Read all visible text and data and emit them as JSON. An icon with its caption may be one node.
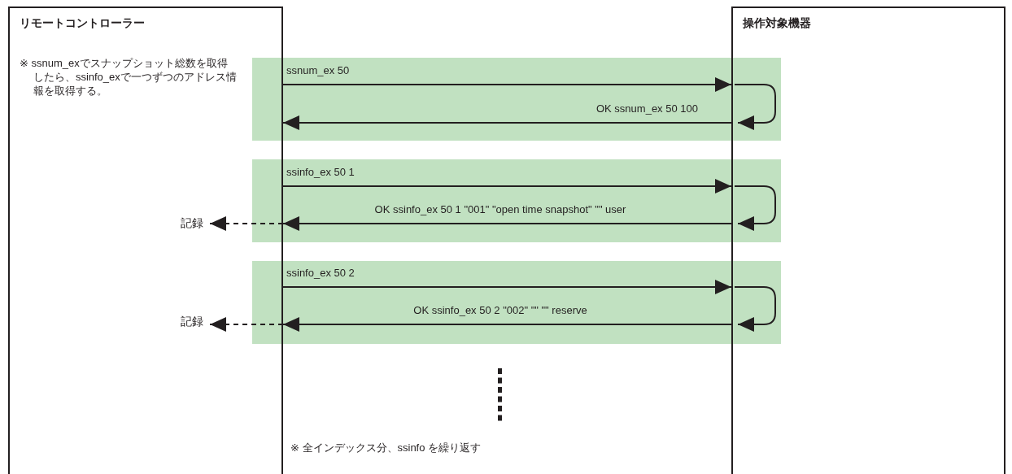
{
  "diagram": {
    "nodes": [
      {
        "text": [
          "リモートコントローラー",
          "※ ssnum_exでスナップショット総数を取得したら、ssinfo_exで一つずつのアドレス情報を取得する。"
        ]
      },
      {
        "text": [
          "操作対象機器"
        ]
      },
      {
        "text": [
          "記録"
        ],
        "in": 0
      },
      {
        "text": [
          "記録"
        ],
        "in": 0
      }
    ],
    "edges": [
      {
        "from": 0,
        "to": 1,
        "arrow": "to",
        "label": "ssnum_ex 50"
      },
      {
        "from": 1,
        "to": 1,
        "arrow": "to"
      },
      {
        "from": 1,
        "to": 0,
        "arrow": "to",
        "label": "OK ssnum_ex 50 100"
      },
      {
        "from": 0,
        "to": 1,
        "arrow": "to",
        "label": "ssinfo_ex 50 1"
      },
      {
        "from": 1,
        "to": 1,
        "arrow": "to"
      },
      {
        "from": 1,
        "to": 0,
        "arrow": "to",
        "label": "OK ssinfo_ex 50 1 \"001\" \"open time snapshot\" \"\" user"
      },
      {
        "from": 0,
        "to": 2,
        "arrow": "to",
        "style": "dashed"
      },
      {
        "from": 0,
        "to": 1,
        "arrow": "to",
        "label": "ssinfo_ex 50 2"
      },
      {
        "from": 1,
        "to": 1,
        "arrow": "to"
      },
      {
        "from": 1,
        "to": 0,
        "arrow": "to",
        "label": "OK ssinfo_ex 50 2 \"002\" \"\" \"\" reserve"
      },
      {
        "from": 0,
        "to": 3,
        "arrow": "to",
        "style": "dashed"
      }
    ],
    "labels": [
      "※ 全インデックス分、ssinfo を繰り返す"
    ]
  }
}
